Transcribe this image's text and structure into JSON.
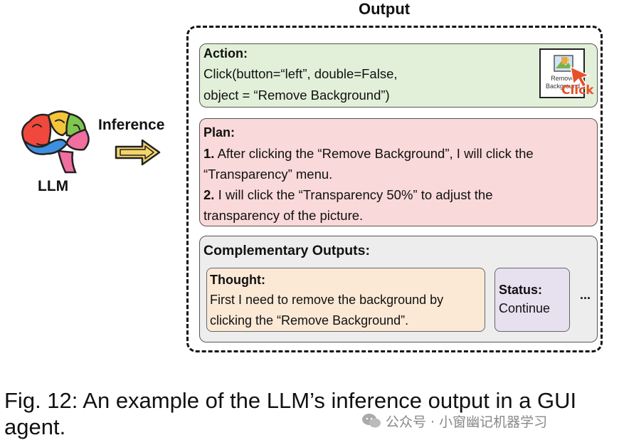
{
  "output_title": "Output",
  "llm_label": "LLM",
  "inference_label": "Inference",
  "action": {
    "title": "Action:",
    "line1": "Click(button=“left”, double=False,",
    "line2": "object = “Remove Background”)",
    "thumbnail_line1": "Remove",
    "thumbnail_line2": "Background",
    "click_label": "Click"
  },
  "plan": {
    "title": "Plan:",
    "step1_num": "1.",
    "step1_line1": "After clicking the “Remove Background”, I will click the",
    "step1_line2": "“Transparency” menu.",
    "step2_num": "2.",
    "step2_line1": "I will click the “Transparency 50%” to adjust the",
    "step2_line2": "transparency of the picture."
  },
  "complementary": {
    "title": "Complementary Outputs:",
    "thought_title": "Thought:",
    "thought_line1": "First I need to remove the background by",
    "thought_line2": "clicking the “Remove Background”.",
    "status_title": "Status:",
    "status_value": "Continue",
    "ellipsis": "..."
  },
  "caption": {
    "line1": "Fig. 12: An example of the LLM’s inference output in a GUI",
    "line2": "agent."
  },
  "watermark": "公众号 · 小窗幽记机器学习",
  "colors": {
    "action_bg": "#e2f0d9",
    "plan_bg": "#f9d9d9",
    "complementary_bg": "#ededed",
    "thought_bg": "#fbe9d6",
    "status_bg": "#e6e0ef",
    "click_accent": "#e8502a"
  },
  "icons": [
    "brain-icon",
    "inference-arrow-icon",
    "remove-background-icon",
    "cursor-icon",
    "wechat-icon"
  ]
}
